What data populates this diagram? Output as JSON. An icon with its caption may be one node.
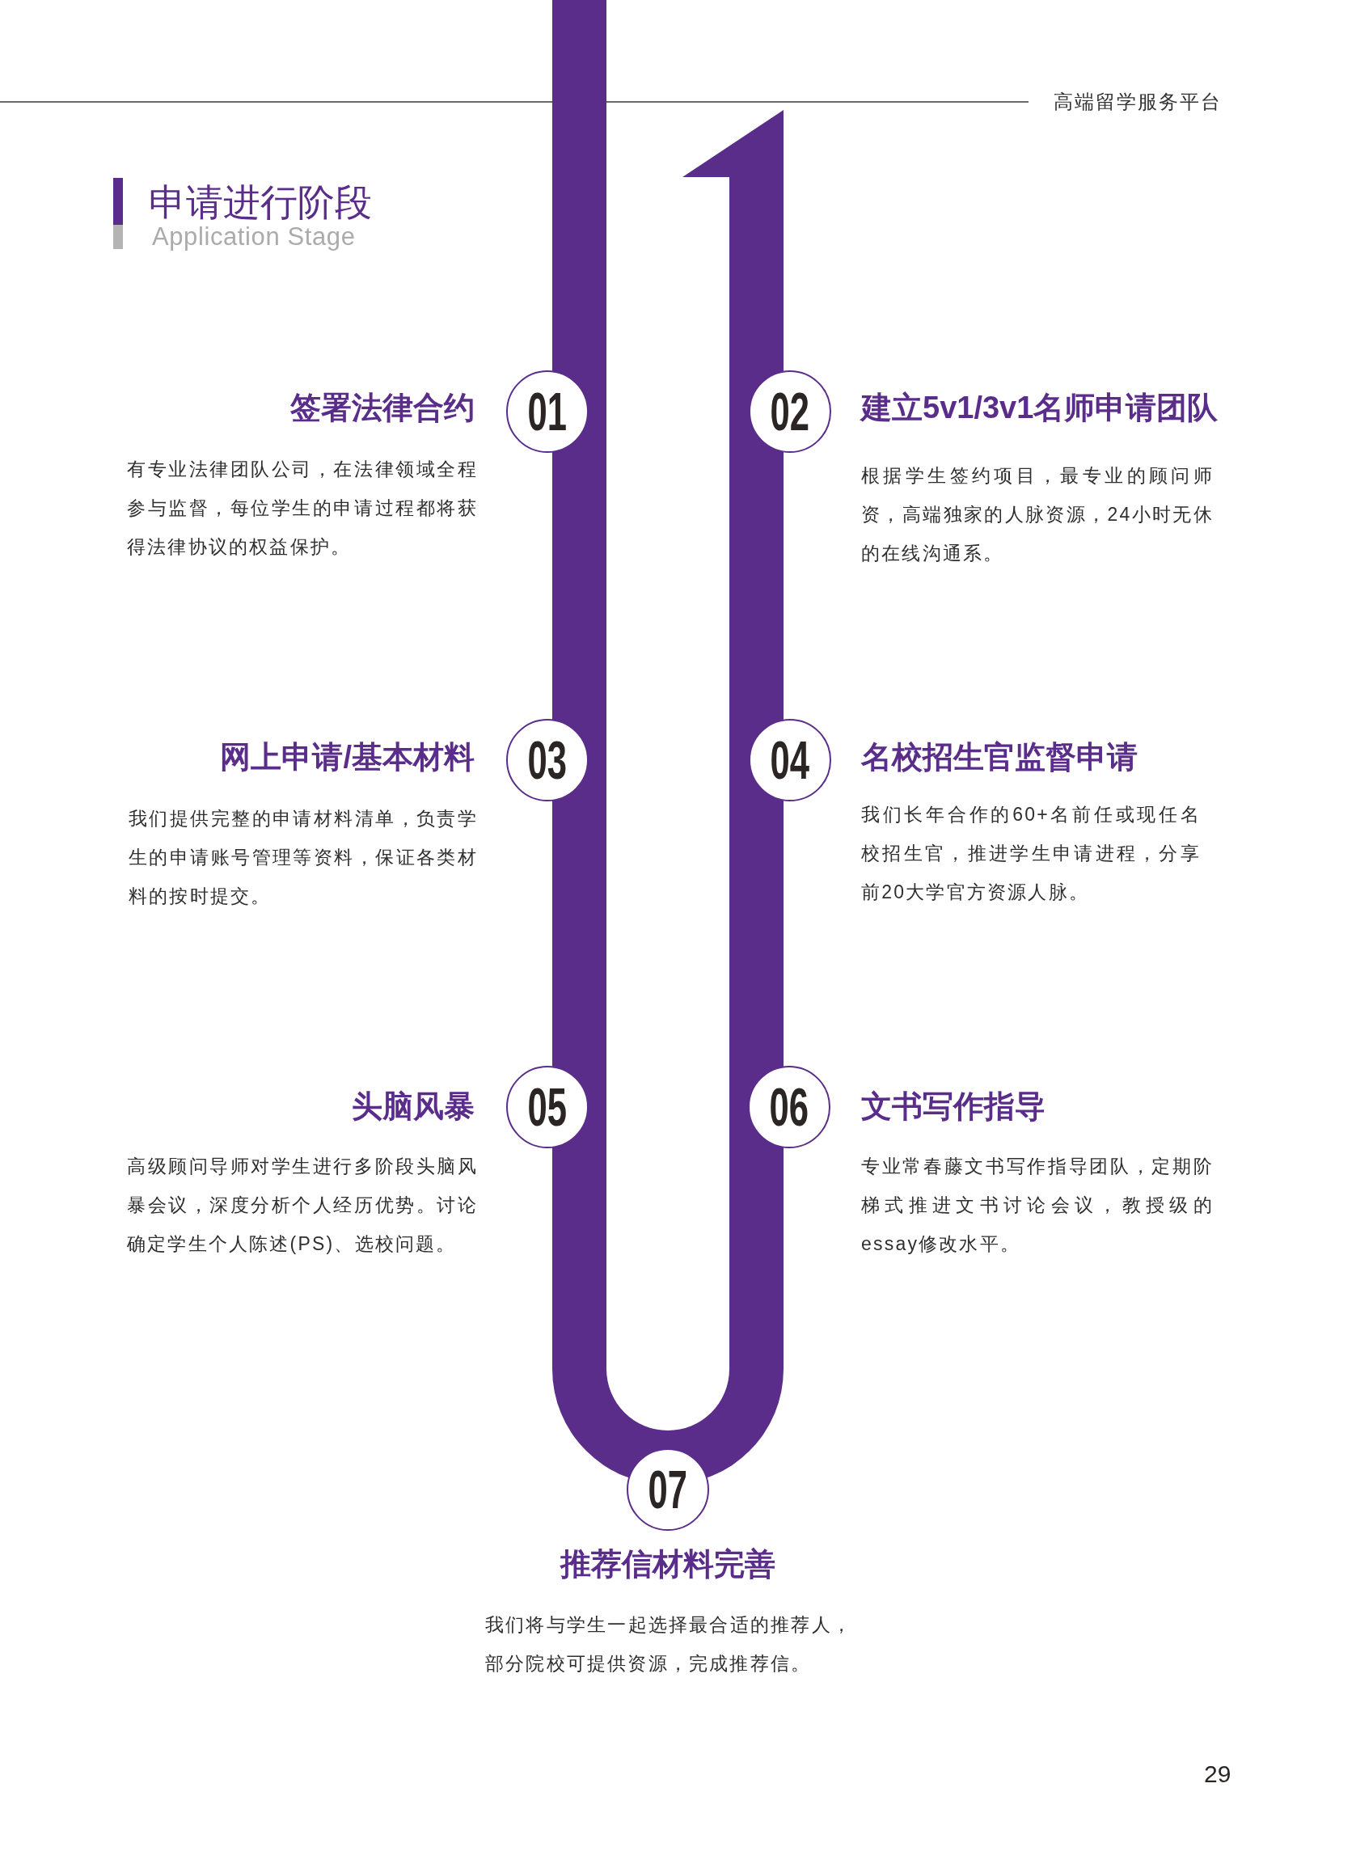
{
  "diagram": {
    "title": "申请进行阶段",
    "nodes": [
      {
        "text": [
          "01"
        ],
        "beside": [
          "签署法律合约",
          "有专业法律团队公司，在法律领域全程参与监督，每位学生的申请过程都将获得法律协议的权益保护。"
        ]
      },
      {
        "text": [
          "02"
        ],
        "beside": [
          "建立5v1/3v1名师申请团队",
          "根据学生签约项目，最专业的顾问师资，高端独家的人脉资源，24小时无休的在线沟通系。"
        ]
      },
      {
        "text": [
          "03"
        ],
        "beside": [
          "网上申请/基本材料",
          "我们提供完整的申请材料清单，负责学生的申请账号管理等资料，保证各类材料的按时提交。"
        ]
      },
      {
        "text": [
          "04"
        ],
        "beside": [
          "名校招生官监督申请",
          "我们长年合作的60+名前任或现任名校招生官，推进学生申请进程，分享前20大学官方资源人脉。"
        ]
      },
      {
        "text": [
          "05"
        ],
        "beside": [
          "头脑风暴",
          "高级顾问导师对学生进行多阶段头脑风暴会议，深度分析个人经历优势。讨论确定学生个人陈述(PS)、选校问题。"
        ]
      },
      {
        "text": [
          "06"
        ],
        "beside": [
          "文书写作指导",
          "专业常春藤文书写作指导团队，定期阶梯式推进文书讨论会议，教授级的essay修改水平。"
        ]
      },
      {
        "text": [
          "07"
        ],
        "beside": [
          "推荐信材料完善",
          "我们将与学生一起选择最合适的推荐人，部分院校可提供资源，完成推荐信。"
        ]
      }
    ],
    "labels": [
      "高端留学服务平台",
      "Application Stage",
      "29"
    ]
  }
}
